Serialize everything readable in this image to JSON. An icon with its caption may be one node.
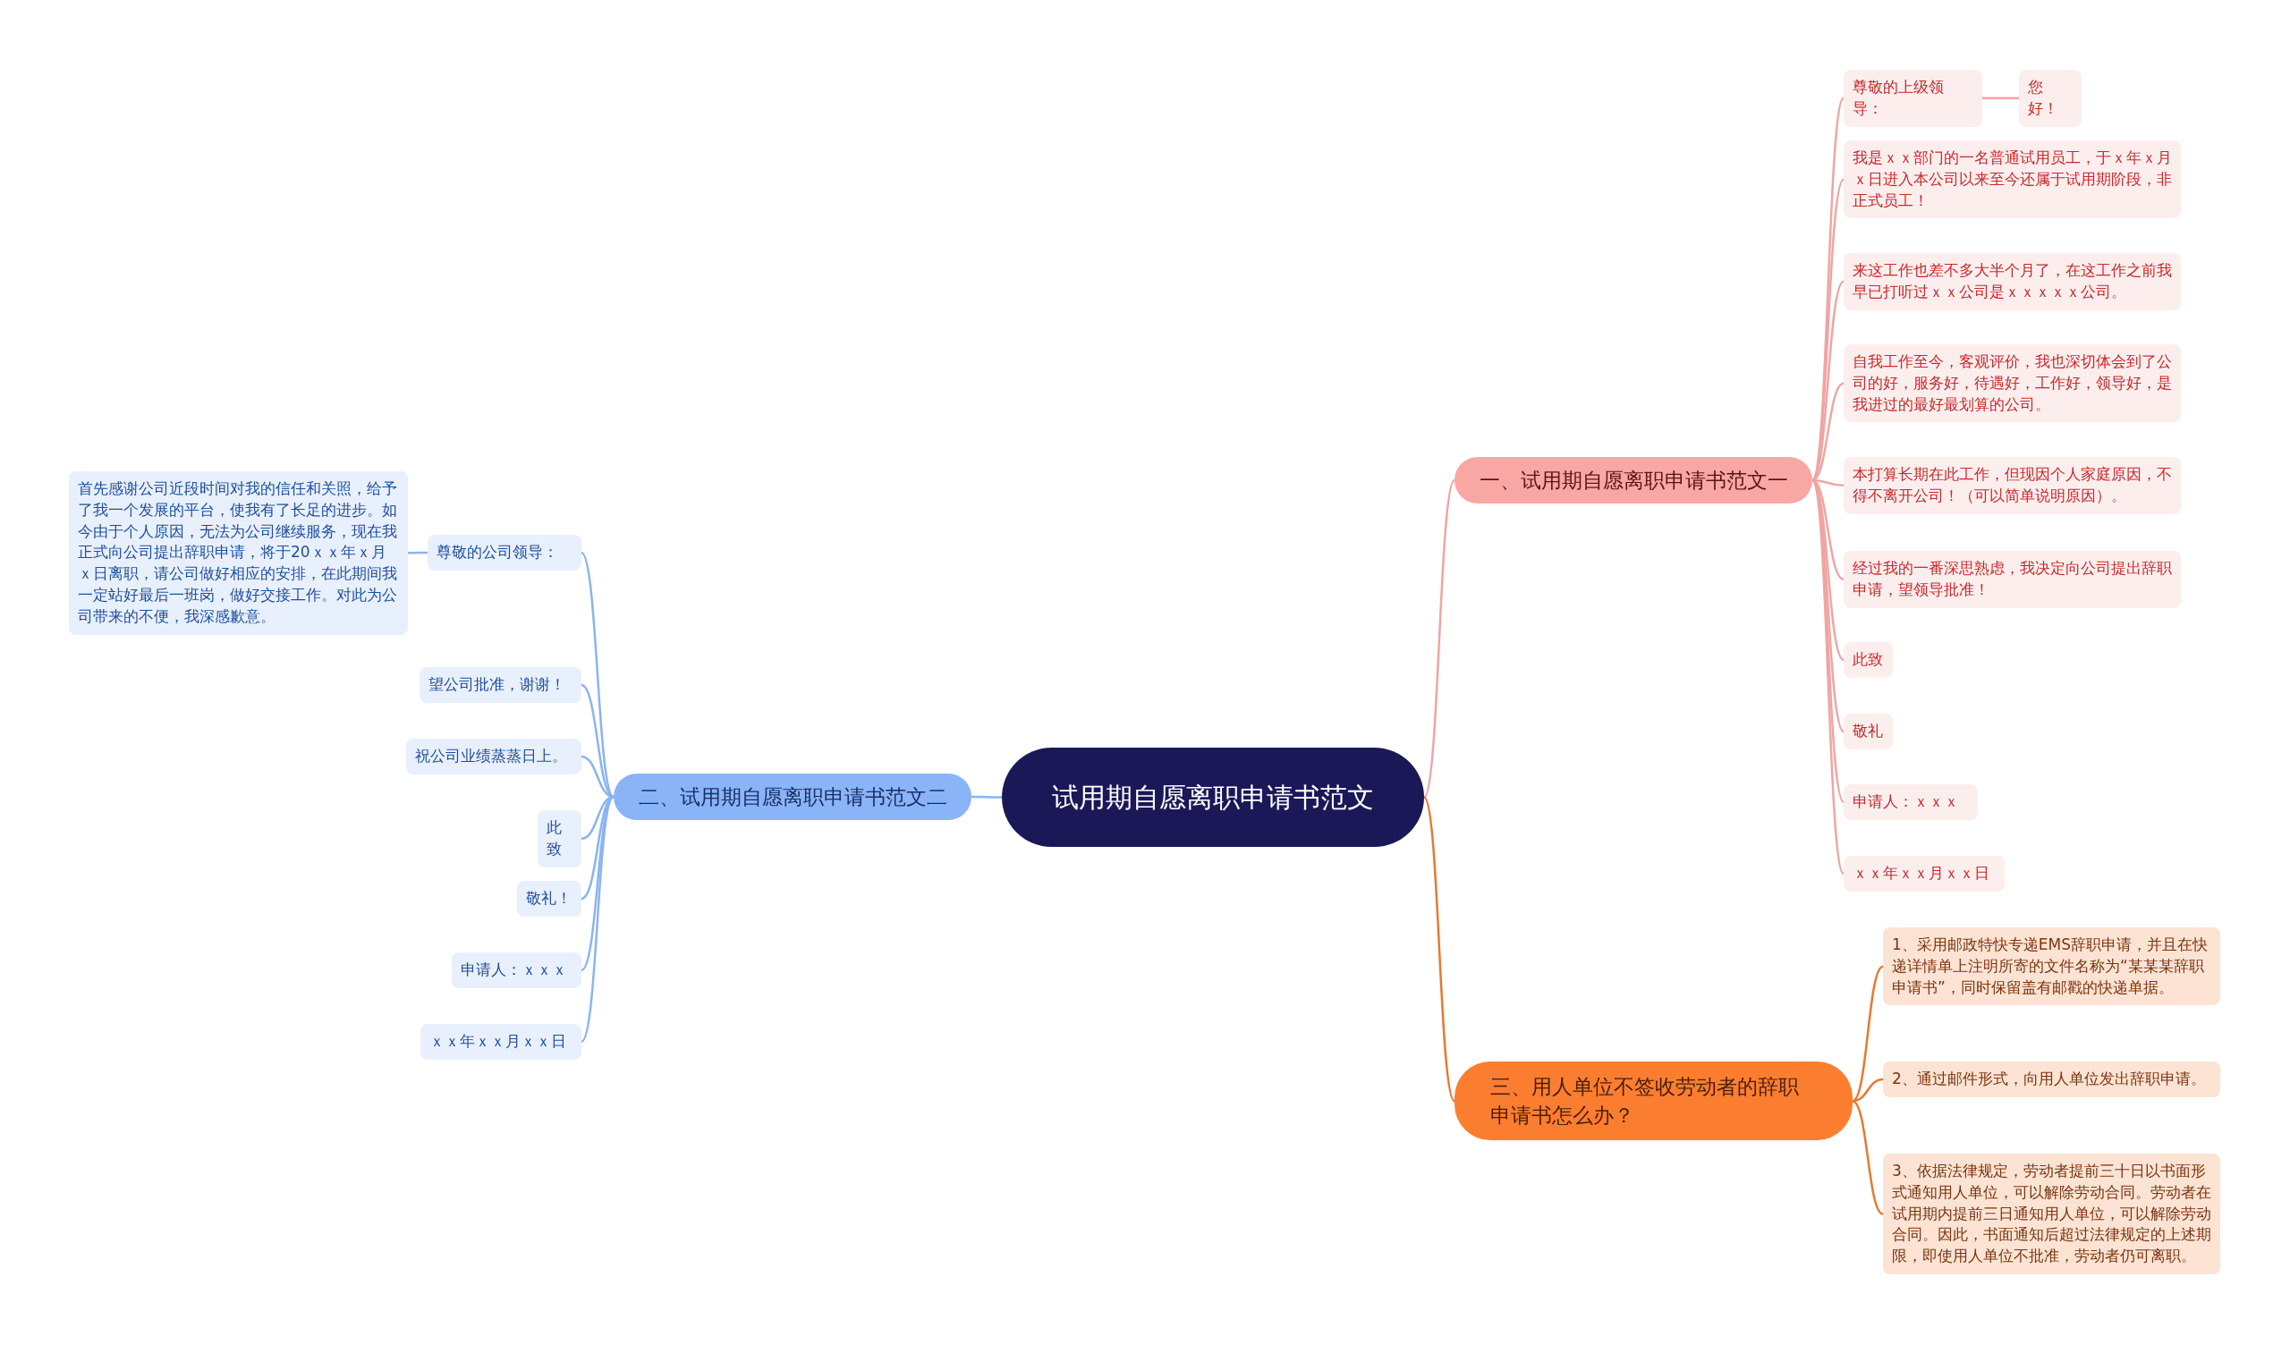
{
  "diagram": {
    "nodes": [
      {
        "text": [
          "试用期自愿离职申请书范文"
        ]
      },
      {
        "text": [
          "一、试用期自愿离职申请书范文一"
        ]
      },
      {
        "text": [
          "尊敬的上级领导："
        ]
      },
      {
        "text": [
          "您好！"
        ]
      },
      {
        "text": [
          "我是ｘｘ部门的一名普通试用员工，于ｘ年ｘ月ｘ日进入本公司以来至今还属于试用期阶段，非正式员工！"
        ]
      },
      {
        "text": [
          "来这工作也差不多大半个月了，在这工作之前我早已打听过ｘｘ公司是ｘｘｘｘｘ公司。"
        ]
      },
      {
        "text": [
          "自我工作至今，客观评价，我也深切体会到了公司的好，服务好，待遇好，工作好，领导好，是我进过的最好最划算的公司。"
        ]
      },
      {
        "text": [
          "本打算长期在此工作，但现因个人家庭原因，不得不离开公司！（可以简单说明原因）。"
        ]
      },
      {
        "text": [
          "经过我的一番深思熟虑，我决定向公司提出辞职申请，望领导批准！"
        ]
      },
      {
        "text": [
          "此致"
        ]
      },
      {
        "text": [
          "敬礼"
        ]
      },
      {
        "text": [
          "申请人：ｘｘｘ"
        ]
      },
      {
        "text": [
          "ｘｘ年ｘｘ月ｘｘ日"
        ]
      },
      {
        "text": [
          "二、试用期自愿离职申请书范文二"
        ]
      },
      {
        "text": [
          "尊敬的公司领导："
        ]
      },
      {
        "text": [
          "首先感谢公司近段时间对我的信任和关照，给予了我一个发展的平台，使我有了长足的进步。如今由于个人原因，无法为公司继续服务，现在我正式向公司提出辞职申请，将于20ｘｘ年ｘ月ｘ日离职，请公司做好相应的安排，在此期间我一定站好最后一班岗，做好交接工作。对此为公司带来的不便，我深感歉意。"
        ]
      },
      {
        "text": [
          "望公司批准，谢谢！"
        ]
      },
      {
        "text": [
          "祝公司业绩蒸蒸日上。"
        ]
      },
      {
        "text": [
          "此致"
        ]
      },
      {
        "text": [
          "敬礼！"
        ]
      },
      {
        "text": [
          "申请人：ｘｘｘ"
        ]
      },
      {
        "text": [
          "ｘｘ年ｘｘ月ｘｘ日"
        ]
      },
      {
        "text": [
          "三、用人单位不签收劳动者的辞职申请书怎么办？"
        ]
      },
      {
        "text": [
          "1、采用邮政特快专递EMS辞职申请，并且在快递详情单上注明所寄的文件名称为“某某某辞职申请书”，同时保留盖有邮戳的快递单据。"
        ]
      },
      {
        "text": [
          "2、通过邮件形式，向用人单位发出辞职申请。"
        ]
      },
      {
        "text": [
          "3、依据法律规定，劳动者提前三十日以书面形式通知用人单位，可以解除劳动合同。劳动者在试用期内提前三日通知用人单位，可以解除劳动合同。因此，书面通知后超过法律规定的上述期限，即使用人单位不批准，劳动者仍可离职。"
        ]
      }
    ],
    "edges": [
      {
        "from": 0,
        "to": 1,
        "arrow": "none"
      },
      {
        "from": 1,
        "to": 2,
        "arrow": "none"
      },
      {
        "from": 2,
        "to": 3,
        "arrow": "none"
      },
      {
        "from": 1,
        "to": 4,
        "arrow": "none"
      },
      {
        "from": 1,
        "to": 5,
        "arrow": "none"
      },
      {
        "from": 1,
        "to": 6,
        "arrow": "none"
      },
      {
        "from": 1,
        "to": 7,
        "arrow": "none"
      },
      {
        "from": 1,
        "to": 8,
        "arrow": "none"
      },
      {
        "from": 1,
        "to": 9,
        "arrow": "none"
      },
      {
        "from": 1,
        "to": 10,
        "arrow": "none"
      },
      {
        "from": 1,
        "to": 11,
        "arrow": "none"
      },
      {
        "from": 1,
        "to": 12,
        "arrow": "none"
      },
      {
        "from": 0,
        "to": 13,
        "arrow": "none",
        "color": "#8ab4f0"
      },
      {
        "from": 13,
        "to": 14,
        "arrow": "none",
        "color": "#8ab4f0"
      },
      {
        "from": 14,
        "to": 15,
        "arrow": "none",
        "color": "#8ab4f0"
      },
      {
        "from": 13,
        "to": 16,
        "arrow": "none",
        "color": "#8ab4f0"
      },
      {
        "from": 13,
        "to": 17,
        "arrow": "none",
        "color": "#8ab4f0"
      },
      {
        "from": 13,
        "to": 18,
        "arrow": "none",
        "color": "#8ab4f0"
      },
      {
        "from": 13,
        "to": 19,
        "arrow": "none",
        "color": "#8ab4f0"
      },
      {
        "from": 13,
        "to": 20,
        "arrow": "none",
        "color": "#8ab4f0"
      },
      {
        "from": 13,
        "to": 21,
        "arrow": "none",
        "color": "#8ab4f0"
      },
      {
        "from": 0,
        "to": 22,
        "arrow": "none",
        "color": "#e8782f"
      },
      {
        "from": 22,
        "to": 23,
        "arrow": "none",
        "color": "#e8782f"
      },
      {
        "from": 22,
        "to": 24,
        "arrow": "none",
        "color": "#e8782f"
      },
      {
        "from": 22,
        "to": 25,
        "arrow": "none",
        "color": "#e8782f"
      }
    ]
  }
}
